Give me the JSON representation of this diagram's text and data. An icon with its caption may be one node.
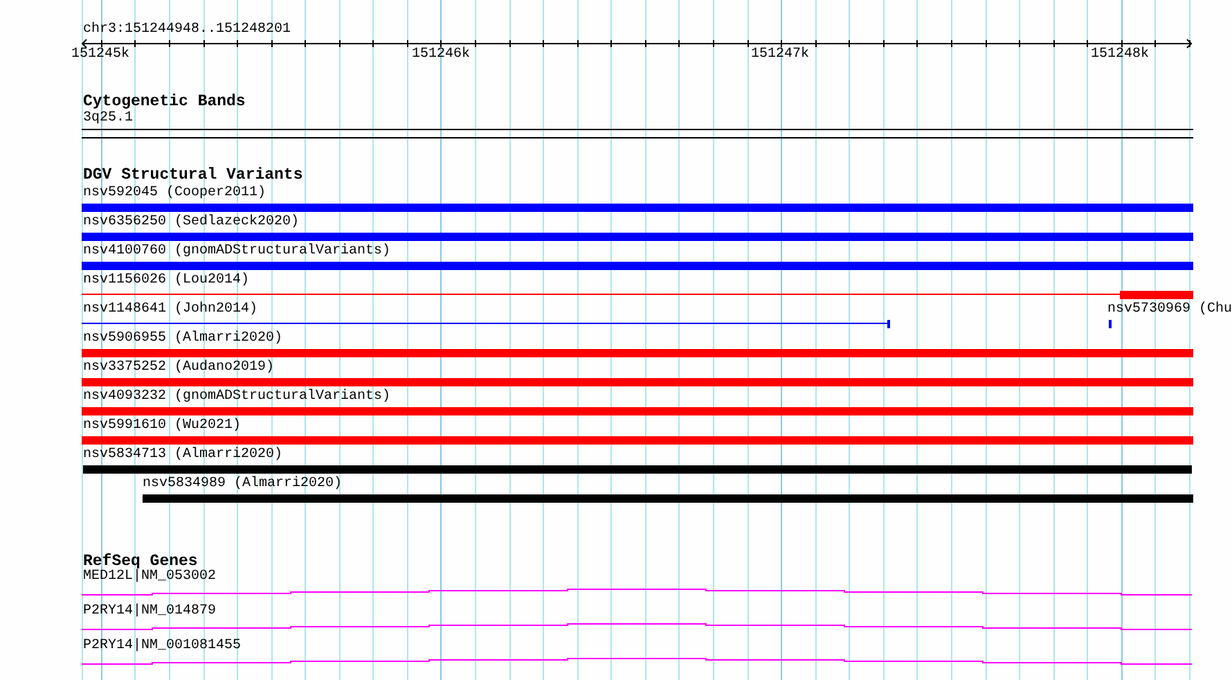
{
  "diagram": {
    "nodes": [
      {
        "text": [
          "3q25.1"
        ]
      },
      {
        "text": [
          "nsv592045 (Cooper2011)"
        ]
      },
      {
        "text": [
          "nsv6356250 (Sedlazeck2020)"
        ]
      },
      {
        "text": [
          "nsv4100760 (gnomADStructuralVariants)"
        ]
      },
      {
        "text": [
          "nsv1156026 (Lou2014)"
        ]
      },
      {
        "text": [
          "nsv1148641 (John2014)"
        ]
      },
      {
        "text": [
          "nsv5730969 (Chu"
        ]
      },
      {
        "text": [
          "nsv5906955 (Almarri2020)"
        ]
      },
      {
        "text": [
          "nsv3375252 (Audano2019)"
        ]
      },
      {
        "text": [
          "nsv4093232 (gnomADStructuralVariants)"
        ]
      },
      {
        "text": [
          "nsv5991610 (Wu2021)"
        ]
      },
      {
        "text": [
          "nsv5834713 (Almarri2020)"
        ]
      },
      {
        "text": [
          "nsv5834989 (Almarri2020)"
        ]
      },
      {
        "text": [
          "MED12L|NM_053002"
        ]
      },
      {
        "text": [
          "P2RY14|NM_014879"
        ]
      },
      {
        "text": [
          "P2RY14|NM_001081455"
        ]
      }
    ],
    "labels": [
      "chr3:151244948..151248201",
      "151245k",
      "151246k",
      "151247k",
      "151248k",
      "Cytogenetic Bands",
      "DGV Structural Variants",
      "RefSeq Genes"
    ]
  }
}
